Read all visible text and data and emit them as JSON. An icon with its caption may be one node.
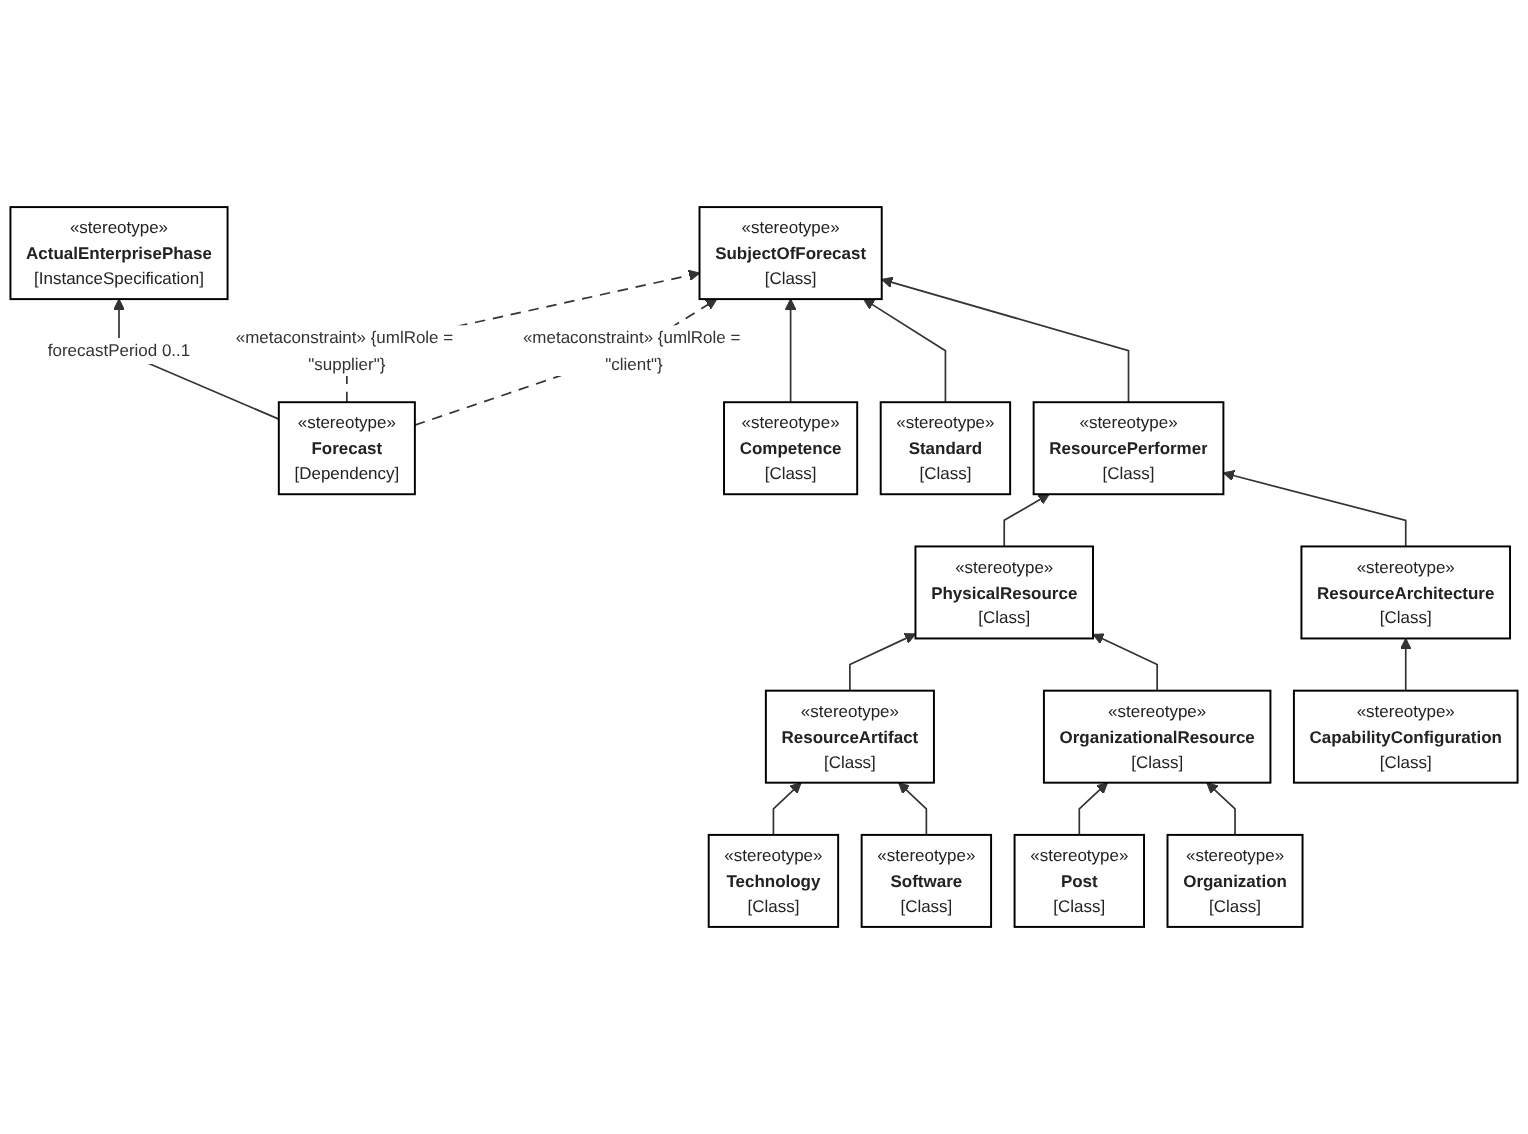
{
  "diagram": {
    "nodes": [
      {
        "text": [
          "«stereotype»",
          "SubjectOfForecast",
          "[Class]"
        ]
      },
      {
        "text": [
          "«stereotype»",
          "Forecast",
          "[Dependency]"
        ]
      },
      {
        "text": [
          "«stereotype»",
          "Competence",
          "[Class]"
        ]
      },
      {
        "text": [
          "«stereotype»",
          "Standard",
          "[Class]"
        ]
      },
      {
        "text": [
          "«stereotype»",
          "ResourcePerformer",
          "[Class]"
        ]
      },
      {
        "text": [
          "«stereotype»",
          "ActualEnterprisePhase",
          "[InstanceSpecification]"
        ]
      },
      {
        "text": [
          "«stereotype»",
          "PhysicalResource",
          "[Class]"
        ]
      },
      {
        "text": [
          "«stereotype»",
          "ResourceArchitecture",
          "[Class]"
        ]
      },
      {
        "text": [
          "«stereotype»",
          "OrganizationalResource",
          "[Class]"
        ]
      },
      {
        "text": [
          "«stereotype»",
          "ResourceArtifact",
          "[Class]"
        ]
      },
      {
        "text": [
          "«stereotype»",
          "CapabilityConfiguration",
          "[Class]"
        ]
      },
      {
        "text": [
          "«stereotype»",
          "Organization",
          "[Class]"
        ]
      },
      {
        "text": [
          "«stereotype»",
          "Post",
          "[Class]"
        ]
      },
      {
        "text": [
          "«stereotype»",
          "Software",
          "[Class]"
        ]
      },
      {
        "text": [
          "«stereotype»",
          "Technology",
          "[Class]"
        ]
      }
    ],
    "edges": [
      {
        "from": 1,
        "to": 0,
        "arrow": "to",
        "style": "dashed",
        "label": "«metaconstraint» {umlRole = \"client\"}"
      },
      {
        "from": 1,
        "to": 0,
        "arrow": "to",
        "style": "dashed",
        "label": "«metaconstraint» {umlRole = \"supplier\"}"
      },
      {
        "from": 1,
        "to": 5,
        "arrow": "to",
        "label": "forecastPeriod 0..1"
      },
      {
        "from": 2,
        "to": 0,
        "arrow": "to"
      },
      {
        "from": 3,
        "to": 0,
        "arrow": "to"
      },
      {
        "from": 4,
        "to": 0,
        "arrow": "to"
      },
      {
        "from": 6,
        "to": 4,
        "arrow": "to"
      },
      {
        "from": 7,
        "to": 4,
        "arrow": "to"
      },
      {
        "from": 8,
        "to": 6,
        "arrow": "to"
      },
      {
        "from": 9,
        "to": 6,
        "arrow": "to"
      },
      {
        "from": 10,
        "to": 7,
        "arrow": "to"
      },
      {
        "from": 11,
        "to": 8,
        "arrow": "to"
      },
      {
        "from": 12,
        "to": 8,
        "arrow": "to"
      },
      {
        "from": 13,
        "to": 9,
        "arrow": "to"
      },
      {
        "from": 14,
        "to": 9,
        "arrow": "to"
      }
    ]
  }
}
